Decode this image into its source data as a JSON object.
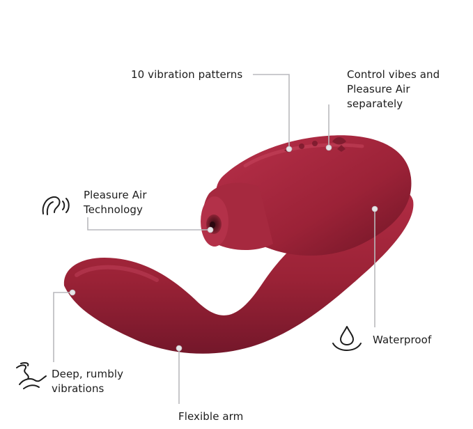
{
  "colors": {
    "product": "#9a2236",
    "product_dark": "#6f1526",
    "leader_line": "#b9b9bd",
    "text": "#1c1c1c"
  },
  "features": {
    "vibration_patterns": {
      "lines": [
        "10 vibration patterns"
      ]
    },
    "control": {
      "lines": [
        "Control vibes and",
        "Pleasure Air",
        "separately"
      ]
    },
    "pleasure_air": {
      "lines": [
        "Pleasure Air",
        "Technology"
      ],
      "icon": "air-wave-icon"
    },
    "waterproof": {
      "lines": [
        "Waterproof"
      ],
      "icon": "water-drop-icon"
    },
    "deep_vibrations": {
      "lines": [
        "Deep, rumbly",
        "vibrations"
      ],
      "icon": "vibration-wave-icon"
    },
    "flexible_arm": {
      "lines": [
        "Flexible arm"
      ]
    }
  }
}
